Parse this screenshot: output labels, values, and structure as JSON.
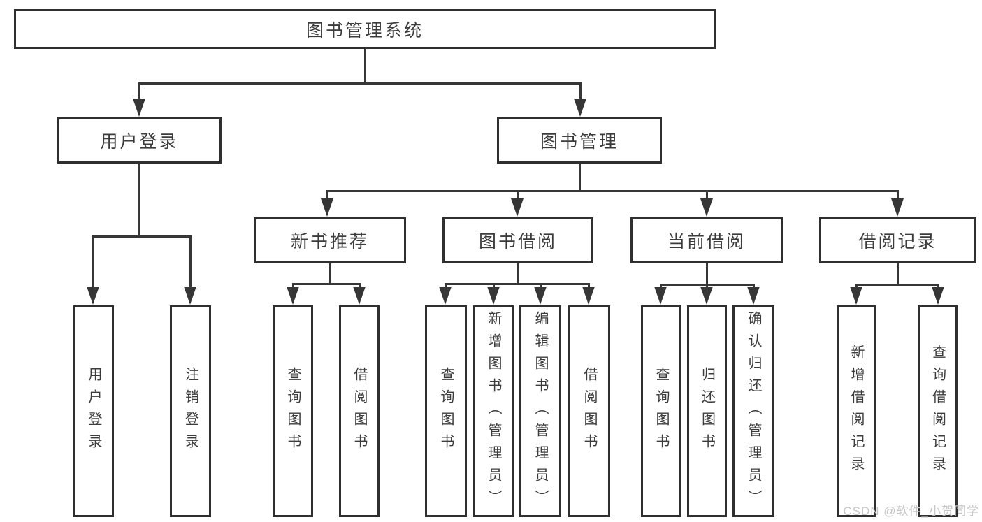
{
  "diagram_title": "图书管理系统",
  "tree": {
    "root": {
      "label": "图书管理系统",
      "children": [
        {
          "label": "用户登录",
          "children": [
            {
              "label": "用户登录"
            },
            {
              "label": "注销登录"
            }
          ]
        },
        {
          "label": "图书管理",
          "children": [
            {
              "label": "新书推荐",
              "children": [
                {
                  "label": "查询图书"
                },
                {
                  "label": "借阅图书"
                }
              ]
            },
            {
              "label": "图书借阅",
              "children": [
                {
                  "label": "查询图书"
                },
                {
                  "label": "新增图书（管理员）"
                },
                {
                  "label": "编辑图书（管理员）"
                },
                {
                  "label": "借阅图书"
                }
              ]
            },
            {
              "label": "当前借阅",
              "children": [
                {
                  "label": "查询图书"
                },
                {
                  "label": "归还图书"
                },
                {
                  "label": "确认归还（管理员）"
                }
              ]
            },
            {
              "label": "借阅记录",
              "children": [
                {
                  "label": "新增借阅记录"
                },
                {
                  "label": "查询借阅记录"
                }
              ]
            }
          ]
        }
      ]
    }
  },
  "watermark": {
    "text": "CSDN @软件_小贺同学"
  },
  "colors": {
    "background": "#ffffff",
    "box_fill": "#ffffff",
    "box_border": "#2f2f2f",
    "connector_line": "#363636",
    "text": "#3c3c3c",
    "watermark": "#c5c5c5"
  }
}
